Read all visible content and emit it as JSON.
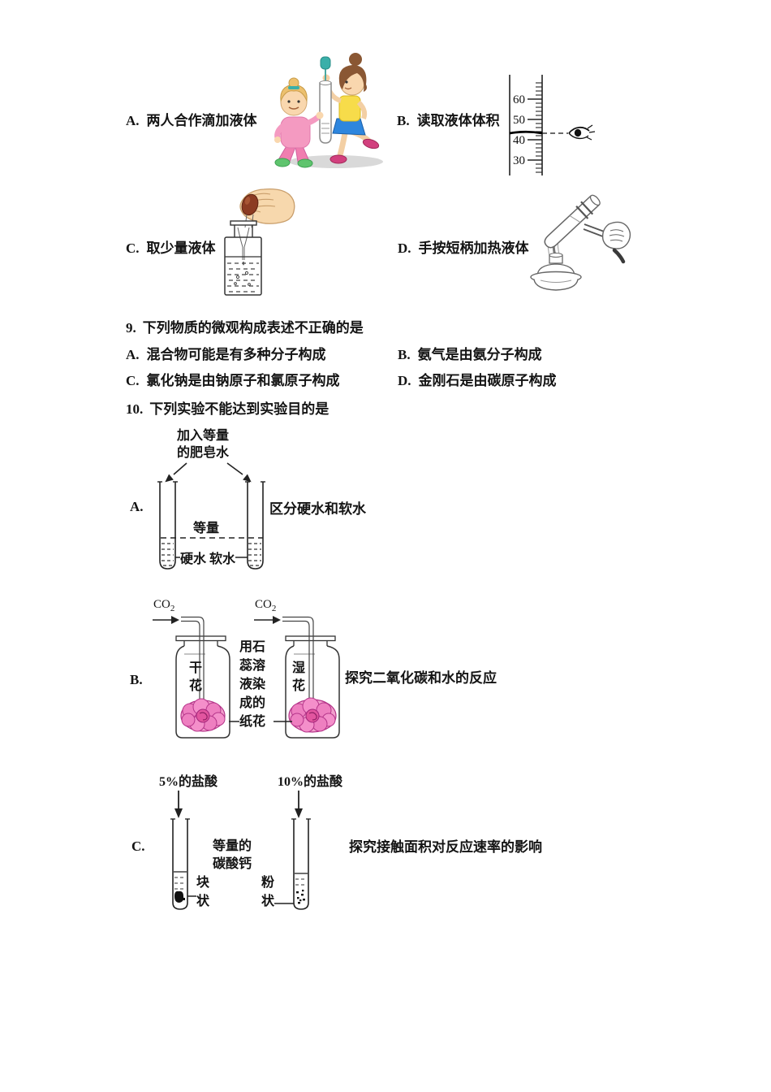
{
  "q8": {
    "options": {
      "a": {
        "label": "A.",
        "text": "两人合作滴加液体"
      },
      "b": {
        "label": "B.",
        "text": "读取液体体积"
      },
      "c": {
        "label": "C.",
        "text": "取少量液体"
      },
      "d": {
        "label": "D.",
        "text": "手按短柄加热液体"
      }
    },
    "cylinder_ticks": [
      "60",
      "50",
      "40",
      "30"
    ]
  },
  "q9": {
    "number": "9.",
    "stem": "下列物质的微观构成表述不正确的是",
    "options": {
      "a": {
        "label": "A.",
        "text": "混合物可能是有多种分子构成"
      },
      "b": {
        "label": "B.",
        "text": "氨气是由氨分子构成"
      },
      "c": {
        "label": "C.",
        "text": "氯化钠是由钠原子和氯原子构成"
      },
      "d": {
        "label": "D.",
        "text": "金刚石是由碳原子构成"
      }
    }
  },
  "q10": {
    "number": "10.",
    "stem": "下列实验不能达到实验目的是",
    "exp_a": {
      "label": "A.",
      "top_note": "加入等量\n的肥皂水",
      "equal_note": "等量",
      "left_label": "硬水",
      "right_label": "软水",
      "purpose": "区分硬水和软水"
    },
    "exp_b": {
      "label": "B.",
      "gas": "CO",
      "gas_sub": "2",
      "left_label": "干花",
      "right_label": "湿花",
      "middle_note": "用石蕊溶液染成的纸花",
      "purpose": "探究二氧化碳和水的反应"
    },
    "exp_c": {
      "label": "C.",
      "left_note": "5%的盐酸",
      "right_note": "10%的盐酸",
      "middle_note": "等量的\n碳酸钙",
      "left_label": "块状",
      "right_label": "粉状",
      "purpose": "探究接触面积对反应速率的影响"
    }
  }
}
